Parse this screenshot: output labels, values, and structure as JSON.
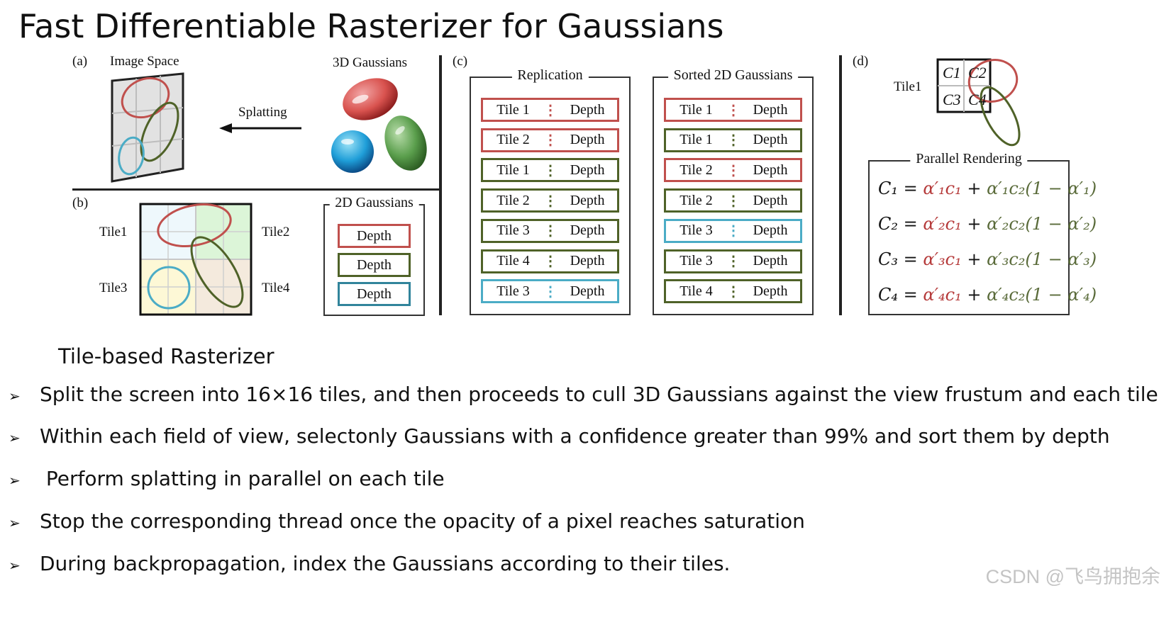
{
  "title": "Fast Differentiable Rasterizer for Gaussians",
  "panel_a": {
    "letter": "(a)",
    "image_space": "Image Space",
    "gaussians_3d": "3D Gaussians",
    "splatting": "Splatting"
  },
  "panel_b": {
    "letter": "(b)",
    "tile1": "Tile1",
    "tile2": "Tile2",
    "tile3": "Tile3",
    "tile4": "Tile4",
    "gaussians_2d": "2D Gaussians",
    "depth_rows": [
      {
        "label": "Depth",
        "color": "#c0504d"
      },
      {
        "label": "Depth",
        "color": "#4f6228"
      },
      {
        "label": "Depth",
        "color": "#31849b"
      }
    ]
  },
  "panel_c": {
    "letter": "(c)",
    "replication": {
      "title": "Replication",
      "rows": [
        {
          "tile": "Tile 1",
          "sep": "⋮",
          "depth": "Depth",
          "color": "#c0504d"
        },
        {
          "tile": "Tile 2",
          "sep": "⋮",
          "depth": "Depth",
          "color": "#c0504d"
        },
        {
          "tile": "Tile 1",
          "sep": "⋮",
          "depth": "Depth",
          "color": "#4f6228"
        },
        {
          "tile": "Tile 2",
          "sep": "⋮",
          "depth": "Depth",
          "color": "#4f6228"
        },
        {
          "tile": "Tile 3",
          "sep": "⋮",
          "depth": "Depth",
          "color": "#4f6228"
        },
        {
          "tile": "Tile 4",
          "sep": "⋮",
          "depth": "Depth",
          "color": "#4f6228"
        },
        {
          "tile": "Tile 3",
          "sep": "⋮",
          "depth": "Depth",
          "color": "#4bacc6"
        }
      ]
    },
    "sorted": {
      "title": "Sorted 2D Gaussians",
      "rows": [
        {
          "tile": "Tile 1",
          "sep": "⋮",
          "depth": "Depth",
          "color": "#c0504d"
        },
        {
          "tile": "Tile 1",
          "sep": "⋮",
          "depth": "Depth",
          "color": "#4f6228"
        },
        {
          "tile": "Tile 2",
          "sep": "⋮",
          "depth": "Depth",
          "color": "#c0504d"
        },
        {
          "tile": "Tile 2",
          "sep": "⋮",
          "depth": "Depth",
          "color": "#4f6228"
        },
        {
          "tile": "Tile 3",
          "sep": "⋮",
          "depth": "Depth",
          "color": "#4bacc6"
        },
        {
          "tile": "Tile 3",
          "sep": "⋮",
          "depth": "Depth",
          "color": "#4f6228"
        },
        {
          "tile": "Tile 4",
          "sep": "⋮",
          "depth": "Depth",
          "color": "#4f6228"
        }
      ]
    }
  },
  "panel_d": {
    "letter": "(d)",
    "tile1": "Tile1",
    "cells": [
      "C1",
      "C2",
      "C3",
      "C4"
    ],
    "parallel_rendering": "Parallel Rendering",
    "equations": [
      {
        "lhs": "C₁",
        "a1": "α′₁c₁",
        "a2": "α′₁c₂(1 − α′₁)"
      },
      {
        "lhs": "C₂",
        "a1": "α′₂c₁",
        "a2": "α′₂c₂(1 − α′₂)"
      },
      {
        "lhs": "C₃",
        "a1": "α′₃c₁",
        "a2": "α′₃c₂(1 − α′₃)"
      },
      {
        "lhs": "C₄",
        "a1": "α′₄c₁",
        "a2": "α′₄c₂(1 − α′₄)"
      }
    ]
  },
  "heading": "Tile-based Rasterizer",
  "bullets": [
    "Split the screen into 16×16 tiles, and  then proceeds to cull 3D Gaussians against the view frustum and  each tile",
    "Within each field of view, selectonly Gaussians with a confidence greater than 99% and sort them by depth",
    " Perform splatting in parallel on each tile",
    "Stop the corresponding thread once the opacity of a pixel reaches saturation",
    "During backpropagation, index the Gaussians according to their tiles."
  ],
  "bullet_marker": "➢",
  "watermark": "CSDN @飞鸟拥抱余",
  "colors": {
    "red": "#c0504d",
    "green": "#4f6228",
    "blue": "#4bacc6"
  }
}
